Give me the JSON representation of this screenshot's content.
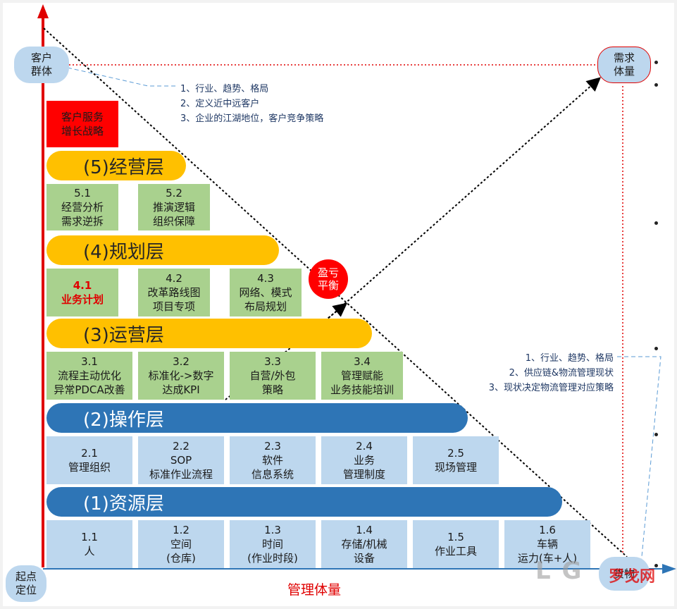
{
  "corners": {
    "top_left": [
      "客户",
      "群体"
    ],
    "top_right": [
      "需求",
      "体量"
    ],
    "bottom_left": [
      "起点",
      "定位"
    ],
    "bottom_right": "货物"
  },
  "x_axis_label": "管理体量",
  "strategy_box": [
    "客户服务",
    "增长战略"
  ],
  "breakeven": [
    "盈亏",
    "平衡"
  ],
  "top_notes": [
    "1、行业、趋势、格局",
    "2、定义近中远客户",
    "3、企业的江湖地位，客户竞争策略"
  ],
  "right_notes": [
    "1、行业、趋势、格局",
    "2、供应链&物流管理现状",
    "3、现状决定物流管理对应策略"
  ],
  "layers": {
    "l5": "(5)经营层",
    "l4": "(4)规划层",
    "l3": "(3)运营层",
    "l2": "(2)操作层",
    "l1": "(1)资源层"
  },
  "row5": [
    {
      "num": "5.1",
      "lines": [
        "经营分析",
        "需求逆拆"
      ]
    },
    {
      "num": "5.2",
      "lines": [
        "推演逻辑",
        "组织保障"
      ]
    }
  ],
  "row4": [
    {
      "num": "4.1",
      "lines": [
        "业务计划"
      ]
    },
    {
      "num": "4.2",
      "lines": [
        "改革路线图",
        "项目专项"
      ]
    },
    {
      "num": "4.3",
      "lines": [
        "网络、模式",
        "布局规划"
      ]
    }
  ],
  "row3": [
    {
      "num": "3.1",
      "lines": [
        "流程主动优化",
        "异常PDCA改善"
      ]
    },
    {
      "num": "3.2",
      "lines": [
        "标准化->数字",
        "达成KPI"
      ]
    },
    {
      "num": "3.3",
      "lines": [
        "自营/外包",
        "策略"
      ]
    },
    {
      "num": "3.4",
      "lines": [
        "管理赋能",
        "业务技能培训"
      ]
    }
  ],
  "row2": [
    {
      "num": "2.1",
      "lines": [
        "管理组织"
      ]
    },
    {
      "num": "2.2",
      "lines": [
        "SOP",
        "标准作业流程"
      ]
    },
    {
      "num": "2.3",
      "lines": [
        "软件",
        "信息系统"
      ]
    },
    {
      "num": "2.4",
      "lines": [
        "业务",
        "管理制度"
      ]
    },
    {
      "num": "2.5",
      "lines": [
        "现场管理"
      ]
    }
  ],
  "row1": [
    {
      "num": "1.1",
      "lines": [
        "人"
      ]
    },
    {
      "num": "1.2",
      "lines": [
        "空间",
        "(仓库)"
      ]
    },
    {
      "num": "1.3",
      "lines": [
        "时间",
        "(作业时段)"
      ]
    },
    {
      "num": "1.4",
      "lines": [
        "存储/机械",
        "设备"
      ]
    },
    {
      "num": "1.5",
      "lines": [
        "作业工具"
      ]
    },
    {
      "num": "1.6",
      "lines": [
        "车辆",
        "运力(车+人)"
      ]
    }
  ],
  "watermark": {
    "brand": "L G",
    "cn": "罗戈网"
  },
  "colors": {
    "axis": "#e00000",
    "yellow": "#ffc000",
    "dark_blue": "#2e75b6",
    "green": "#a9d18e",
    "light_blue": "#bdd7ee",
    "red": "#ff0000"
  }
}
